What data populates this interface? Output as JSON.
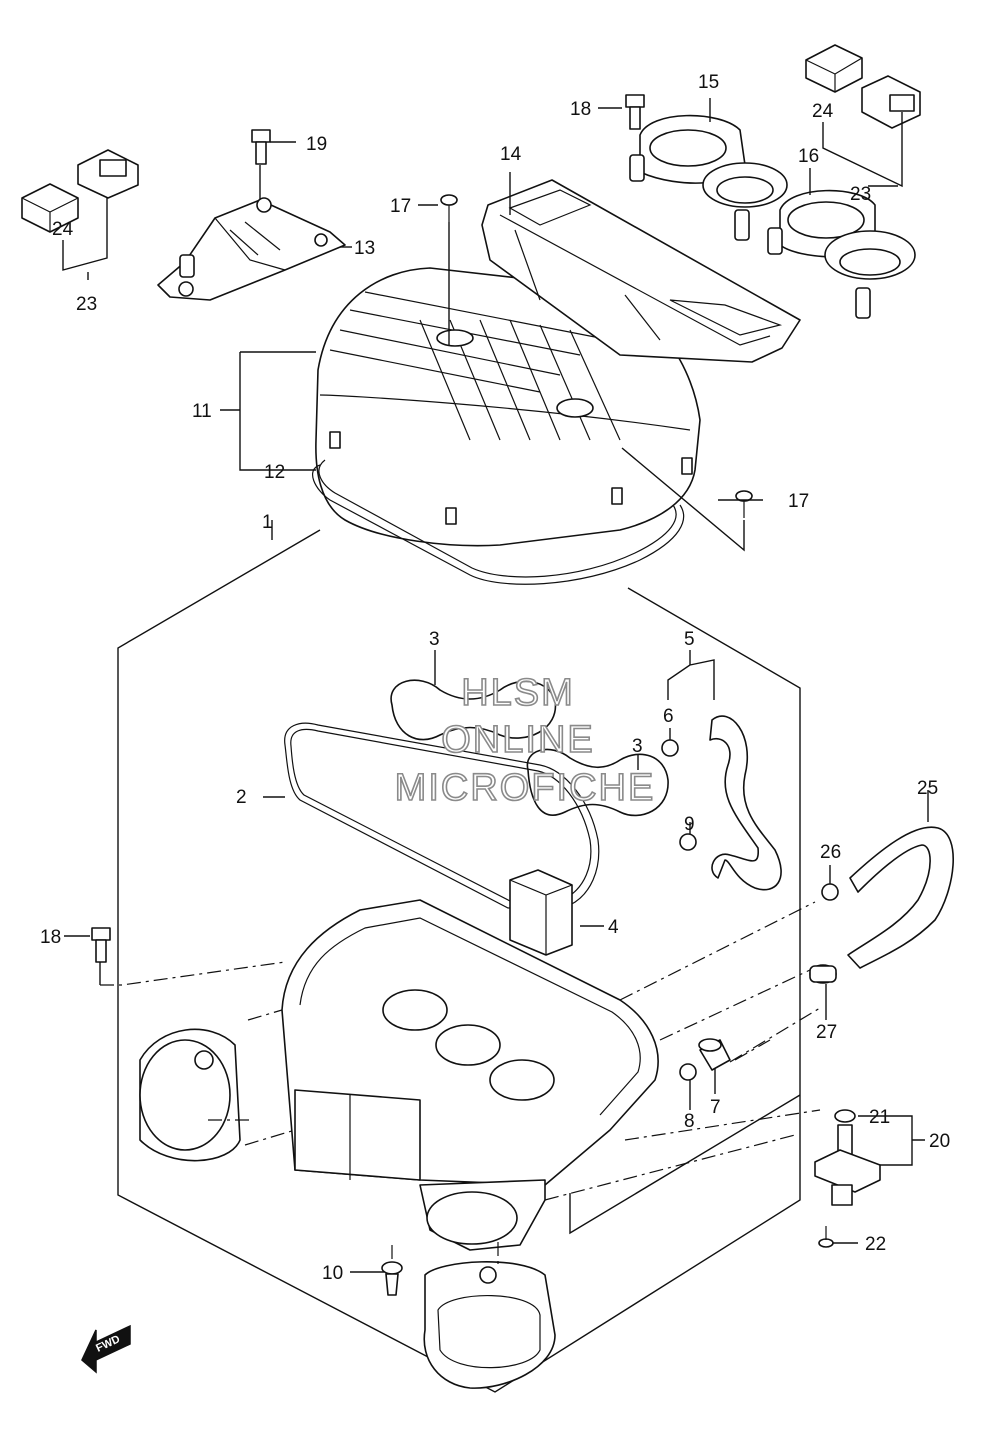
{
  "watermark": {
    "line1": "HLSM",
    "line2": "ONLINE",
    "line3": "MICROFICHE"
  },
  "fwd_label": "FWD",
  "callouts": {
    "c1": "1",
    "c2": "2",
    "c3a": "3",
    "c3b": "3",
    "c4": "4",
    "c5": "5",
    "c6": "6",
    "c7": "7",
    "c8": "8",
    "c9": "9",
    "c10": "10",
    "c11": "11",
    "c12": "12",
    "c13": "13",
    "c14": "14",
    "c15": "15",
    "c16": "16",
    "c17a": "17",
    "c17b": "17",
    "c18a": "18",
    "c18b": "18",
    "c19": "19",
    "c20": "20",
    "c21": "21",
    "c22": "22",
    "c23a": "23",
    "c23b": "23",
    "c24a": "24",
    "c24b": "24",
    "c25": "25",
    "c26": "26",
    "c27": "27"
  },
  "icons": {
    "fwd_arrow": "fwd-arrow-icon"
  }
}
